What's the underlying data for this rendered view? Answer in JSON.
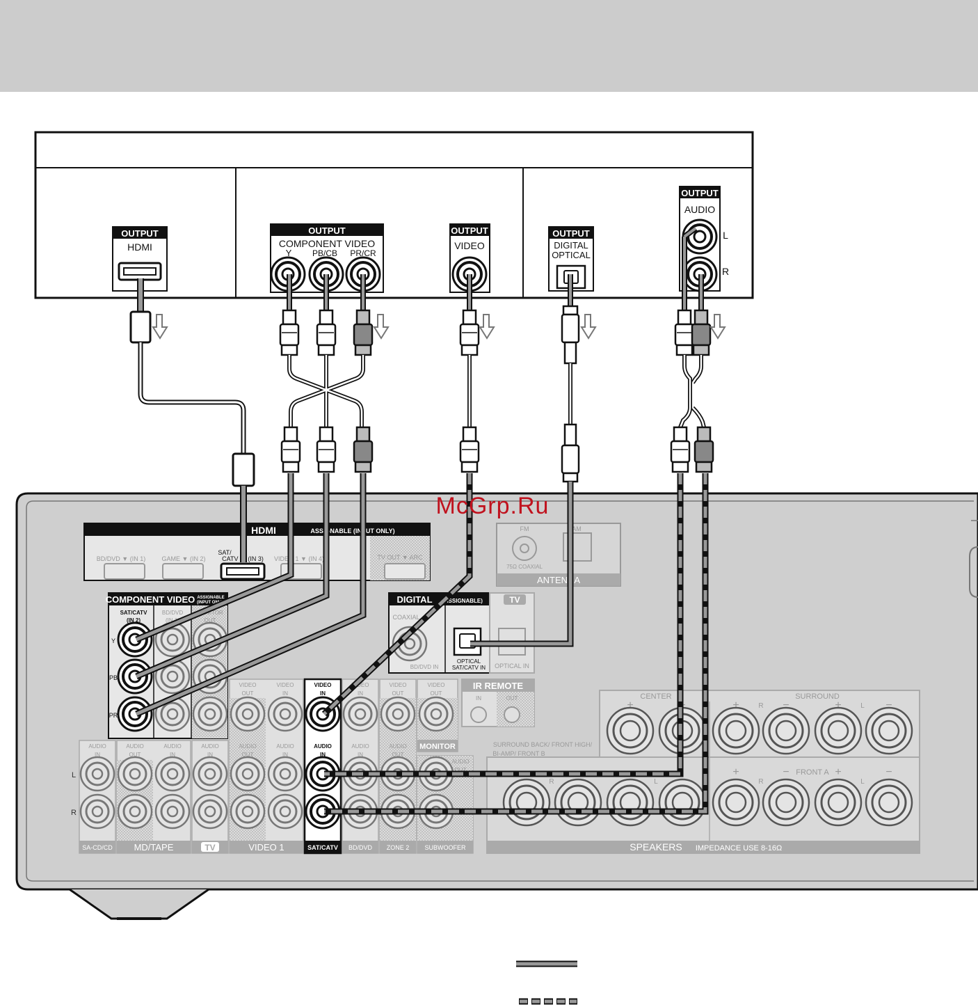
{
  "source": {
    "hdmi_panel": {
      "badge": "OUTPUT",
      "label": "HDMI"
    },
    "component_panel": {
      "badge": "OUTPUT",
      "label": "COMPONENT VIDEO",
      "y": "Y",
      "pb": "PB/CB",
      "pr": "PR/CR"
    },
    "video_panel": {
      "badge": "OUTPUT",
      "label": "VIDEO"
    },
    "optical_panel": {
      "badge": "OUTPUT",
      "label1": "DIGITAL",
      "label2": "OPTICAL"
    },
    "audio_panel": {
      "badge": "OUTPUT",
      "label": "AUDIO",
      "l": "L",
      "r": "R"
    }
  },
  "watermark": "McGrp.Ru",
  "receiver": {
    "hdmi": {
      "title": "HDMI",
      "assignable": "ASSIGNABLE (INPUT ONLY)",
      "ports": [
        "BD/DVD ▼ (IN 1)",
        "GAME ▼ (IN 2)",
        "SAT/",
        "CATV ▼ (IN 3)",
        "VIDEO 1 ▼ (IN 4)",
        "TV OUT ▼ ARC"
      ]
    },
    "antenna": {
      "fm": "FM",
      "am": "AM",
      "coaxial": "75Ω COAXIAL",
      "title": "ANTENNA"
    },
    "component": {
      "title": "COMPONENT VIDEO",
      "assignable1": "ASSIGNABLE",
      "assignable2": "(INPUT ONLY)",
      "sat1": "SAT/CATV",
      "sat2": "(IN 2)",
      "bd1": "BD/DVD",
      "bd2": "(IN 1)",
      "monitor1": "MONITOR",
      "monitor2": "OUT",
      "y": "Y",
      "pb": "PB",
      "pr": "PR"
    },
    "digital": {
      "title": "DIGITAL",
      "assignable": "(ASSIGNABLE)",
      "coaxial": "COAXIAL",
      "bd": "BD/DVD IN",
      "optical1": "OPTICAL",
      "optical2": "SAT/CATV IN",
      "tv": "TV",
      "tv_optical": "OPTICAL IN"
    },
    "ir": {
      "title": "IR REMOTE",
      "in": "IN",
      "out": "OUT"
    },
    "jack_labels": {
      "video": "VIDEO",
      "audio": "AUDIO",
      "in": "IN",
      "out": "OUT",
      "l": "L",
      "r": "R"
    },
    "groups": [
      "SA-CD/CD",
      "MD/TAPE",
      "TV",
      "VIDEO 1",
      "SAT/CATV",
      "BD/DVD",
      "ZONE 2",
      "SUBWOOFER"
    ],
    "monitor": "MONITOR",
    "speakers": {
      "center": "CENTER",
      "surround": "SURROUND",
      "surround_back1": "SURROUND BACK/ FRONT HIGH/",
      "surround_back2": "BI-AMP/ FRONT B",
      "front_a": "FRONT A",
      "plus": "+",
      "minus": "−",
      "r": "R",
      "l": "L",
      "title": "SPEAKERS",
      "impedance": "IMPEDANCE USE 8-16Ω"
    }
  }
}
